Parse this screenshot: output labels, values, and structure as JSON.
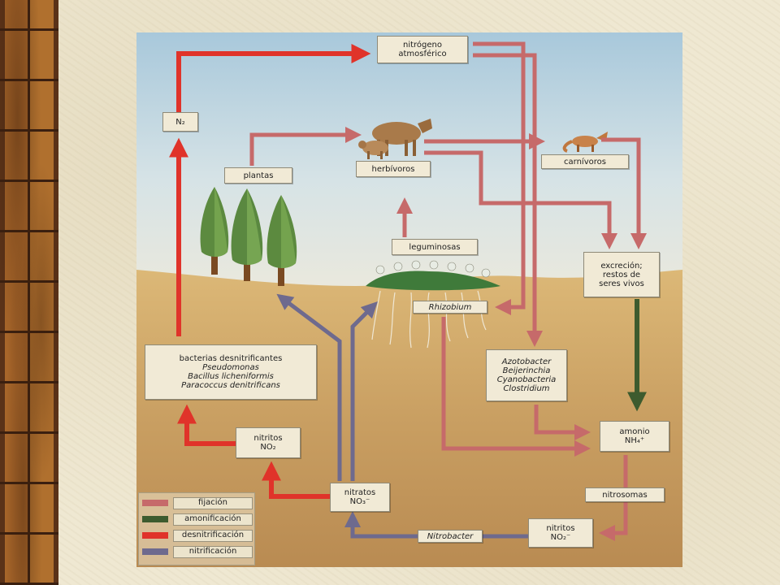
{
  "labels": {
    "nitrogeno_atmosferico": [
      "nitrógeno",
      "atmosférico"
    ],
    "n2": "N₂",
    "plantas": "plantas",
    "herbivoros": "herbívoros",
    "carnivoros": "carnívoros",
    "leguminosas": "leguminosas",
    "rhizobium": "Rhizobium",
    "excrecion": [
      "excreción;",
      "restos de",
      "seres vivos"
    ],
    "bacterias_desnitrificantes": {
      "title": "bacterias desnitrificantes",
      "species": [
        "Pseudomonas",
        "Bacillus licheniformis",
        "Paracoccus denitrificans"
      ]
    },
    "fijadores": [
      "Azotobacter",
      "Beijerinchia",
      "Cyanobacteria",
      "Clostridium"
    ],
    "amonio": [
      "amonio",
      "NH₄⁺"
    ],
    "nitritos_izq": [
      "nitritos",
      "NO₂"
    ],
    "nitratos": [
      "nitratos",
      "NO₃⁻"
    ],
    "nitrosomas": "nitrosomas",
    "nitrobacter": "Nitrobacter",
    "nitritos_der": [
      "nitritos",
      "NO₂⁻"
    ]
  },
  "legend": [
    {
      "label": "fijación",
      "color": "#c66a6a"
    },
    {
      "label": "amonificación",
      "color": "#3d5b2e"
    },
    {
      "label": "desnitrificación",
      "color": "#e0332a"
    },
    {
      "label": "nitrificación",
      "color": "#6e6a8e"
    }
  ],
  "colors": {
    "fijacion": "#c66a6a",
    "amonificacion": "#3d5b2e",
    "desnitrificacion": "#e0332a",
    "nitrificacion": "#6e6a8e",
    "sky_top": "#a9c9dc",
    "soil_top": "#d7b272",
    "soil_bottom": "#b98b52"
  },
  "icons": [
    "cow-icon",
    "sheep-icon",
    "fox-icon",
    "tree-icon",
    "legume-roots-icon"
  ]
}
